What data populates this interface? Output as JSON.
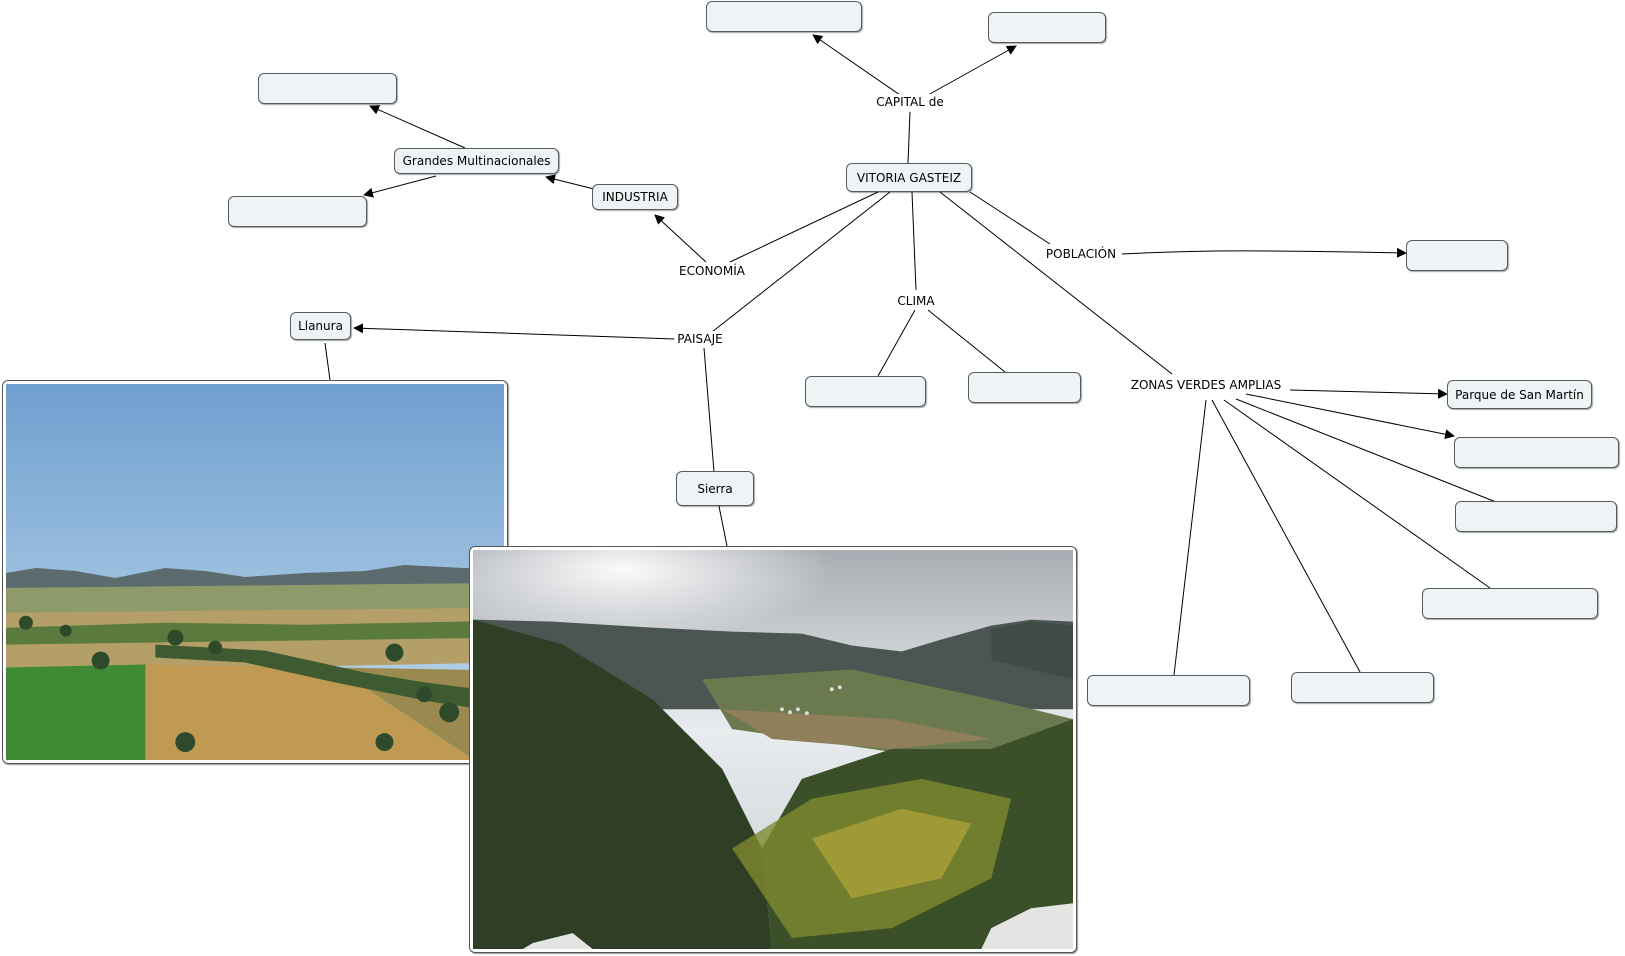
{
  "concepts": {
    "vitoria": "VITORIA GASTEIZ",
    "industria": "INDUSTRIA",
    "multinacionales": "Grandes Multinacionales",
    "llanura": "Llanura",
    "sierra": "Sierra",
    "parque_san_martin": "Parque de San Martín",
    "empty": ""
  },
  "linking_phrases": {
    "capital": "CAPITAL de",
    "economia": "ECONOMÍA",
    "paisaje": "PAISAJE",
    "clima": "CLIMA",
    "poblacion": "POBLACIÓN",
    "zonas_verdes": "ZONAS VERDES AMPLIAS"
  },
  "colors": {
    "node_fill": "#eef4f6",
    "node_border": "#555b60",
    "line": "#000000"
  },
  "images": {
    "llanura_photo": "landscape-plain-photo",
    "sierra_photo": "mountain-valley-photo"
  }
}
